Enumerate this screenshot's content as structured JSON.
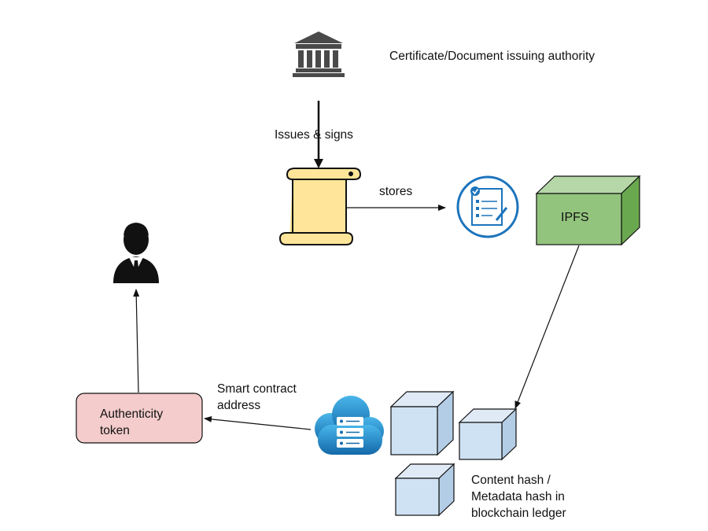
{
  "authority": {
    "label": "Certificate/Document issuing authority",
    "icon": "government-building-icon"
  },
  "edge_issue": {
    "label": "Issues & signs"
  },
  "edge_store": {
    "label": "stores"
  },
  "document": {
    "icon": "scroll-document-icon"
  },
  "checklist": {
    "icon": "checklist-document-icon"
  },
  "ipfs": {
    "label": "IPFS"
  },
  "ledger": {
    "label_lines": [
      "Content hash /",
      "Metadata hash in",
      "blockchain ledger"
    ]
  },
  "smart_contract": {
    "label_lines": [
      "Smart contract",
      "address"
    ],
    "icon": "cloud-server-icon"
  },
  "token": {
    "label_lines": [
      "Authenticity",
      "token"
    ]
  },
  "user": {
    "icon": "businessman-icon"
  },
  "colors": {
    "ipfs_fill": "#93c47d",
    "token_fill": "#f4cccc",
    "block_fill": "#cfe2f3",
    "scroll_fill": "#ffe599",
    "cloud_blue": "#1e88c8"
  }
}
